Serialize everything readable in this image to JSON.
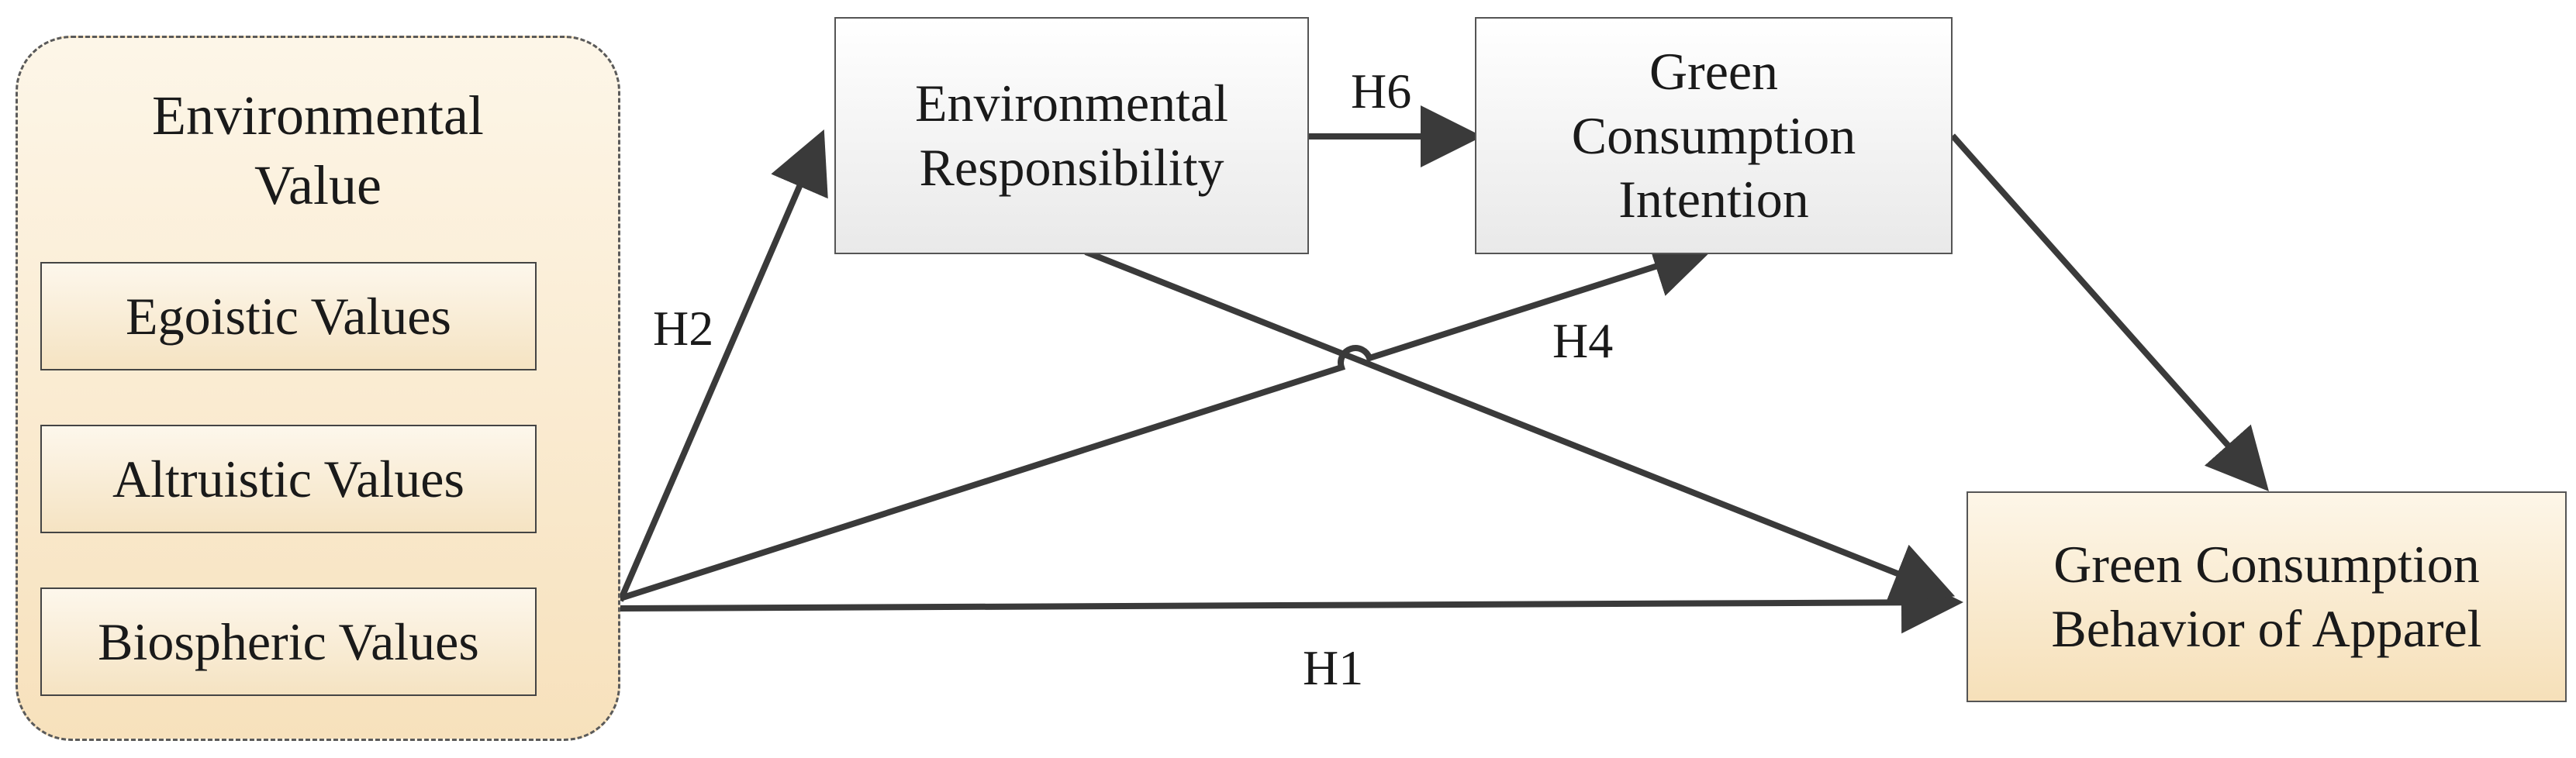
{
  "group": {
    "title": "Environmental\nValue",
    "items": [
      {
        "label": "Egoistic Values"
      },
      {
        "label": "Altruistic Values"
      },
      {
        "label": "Biospheric Values"
      }
    ]
  },
  "nodes": {
    "responsibility": "Environmental\nResponsibility",
    "intention": "Green\nConsumption\nIntention",
    "behavior": "Green Consumption\nBehavior of Apparel"
  },
  "hypotheses": {
    "h1": "H1",
    "h2": "H2",
    "h4": "H4",
    "h6": "H6"
  },
  "colors": {
    "arrow": "#3a3a3a",
    "value_fill": "#f7e1bc",
    "box_fill": "#e9e9e9"
  }
}
